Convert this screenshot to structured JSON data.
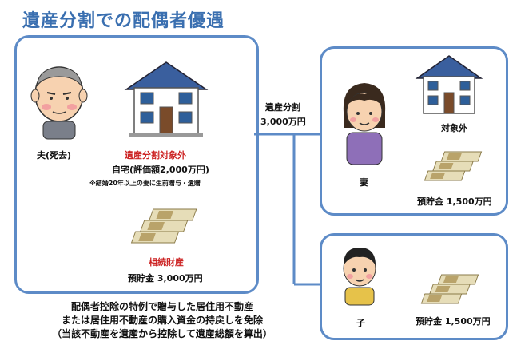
{
  "title": "遺産分割での配偶者優遇",
  "left_box": {
    "husband_label": "夫(死去)",
    "excluded_label": "遺産分割対象外",
    "home_label": "自宅(評価額2,000万円)",
    "note": "※結婚20年以上の妻に生前贈与・遺贈",
    "inherited_label": "相続財産",
    "savings_label": "預貯金 3,000万円"
  },
  "division": {
    "label": "遺産分割",
    "amount": "3,000万円"
  },
  "wife_box": {
    "person_label": "妻",
    "excluded_label": "対象外",
    "savings_label": "預貯金 1,500万円"
  },
  "child_box": {
    "person_label": "子",
    "savings_label": "預貯金 1,500万円"
  },
  "caption": [
    "配偶者控除の特例で贈与した居住用不動産",
    "または居住用不動産の購入資金の持戻しを免除",
    "（当該不動産を遺産から控除して遺産総額を算出）"
  ],
  "colors": {
    "title": "#3a6fb0",
    "border": "#5d8bc7",
    "red_label": "#cc2222",
    "house_roof": "#3a5f9e",
    "money": "#b9a36a"
  },
  "icons": [
    "husband-icon",
    "house-icon",
    "money-stack-icon",
    "wife-icon",
    "child-icon",
    "connector-lines"
  ]
}
